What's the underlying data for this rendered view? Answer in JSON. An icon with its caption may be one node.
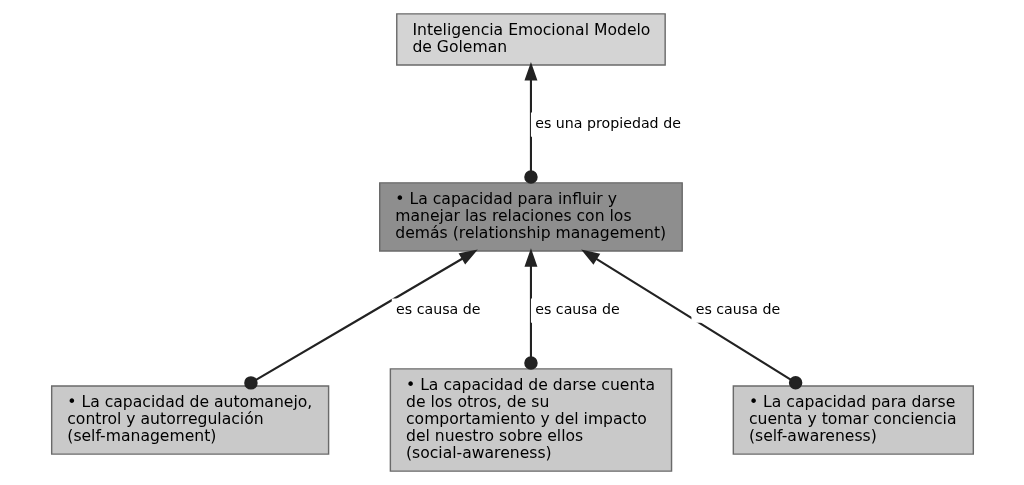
{
  "diagram": {
    "nodes": [
      {
        "text": [
          "Inteligencia Emocional Modelo de Goleman"
        ]
      },
      {
        "text": [
          "• La capacidad para influir y manejar las relaciones con los demás (relationship management)"
        ]
      },
      {
        "text": [
          "• La capacidad de automanejo, control y autorregulación (self-management)"
        ]
      },
      {
        "text": [
          "• La capacidad de darse cuenta de los otros, de su comportamiento y del impacto del nuestro sobre ellos (social-awareness)"
        ]
      },
      {
        "text": [
          "• La capacidad para darse cuenta y tomar conciencia (self-awareness)"
        ]
      }
    ],
    "edges": [
      {
        "from": 1,
        "to": 0,
        "arrow": "to",
        "label": "es una propiedad de"
      },
      {
        "from": 2,
        "to": 1,
        "arrow": "to",
        "label": "es causa de"
      },
      {
        "from": 3,
        "to": 1,
        "arrow": "to",
        "label": "es causa de"
      },
      {
        "from": 4,
        "to": 1,
        "arrow": "to",
        "label": "es causa de"
      }
    ]
  }
}
